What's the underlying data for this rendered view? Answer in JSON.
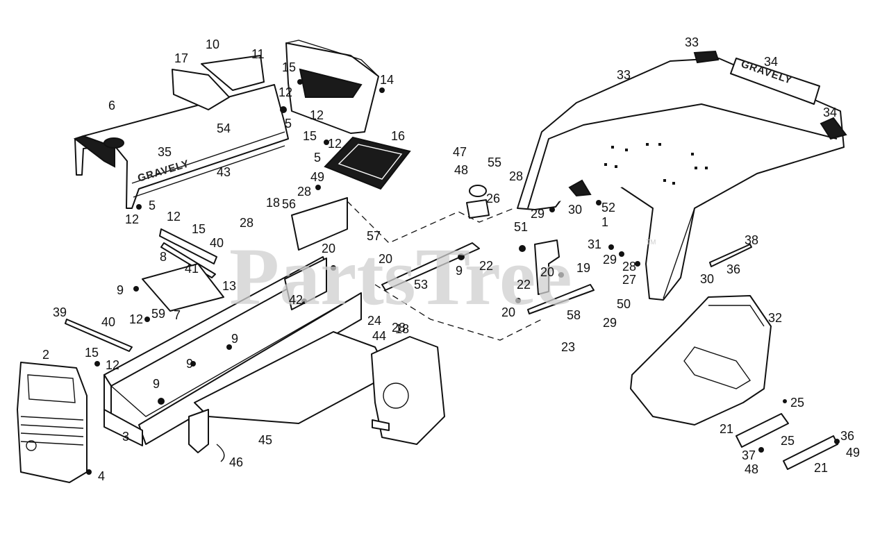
{
  "watermark": {
    "text": "PartsTree",
    "tm": "TM"
  },
  "logos": {
    "hood_logo": "GRAVELY",
    "fender_decal": "GRAVELY"
  },
  "callouts": [
    "1",
    "2",
    "3",
    "4",
    "5",
    "5",
    "5",
    "6",
    "7",
    "8",
    "9",
    "9",
    "9",
    "9",
    "9",
    "10",
    "11",
    "12",
    "12",
    "12",
    "12",
    "12",
    "12",
    "12",
    "13",
    "14",
    "15",
    "15",
    "15",
    "15",
    "16",
    "17",
    "18",
    "18",
    "19",
    "20",
    "20",
    "20",
    "20",
    "21",
    "21",
    "22",
    "22",
    "23",
    "24",
    "25",
    "25",
    "26",
    "27",
    "28",
    "28",
    "28",
    "28",
    "28",
    "29",
    "29",
    "29",
    "30",
    "30",
    "31",
    "32",
    "33",
    "33",
    "34",
    "34",
    "35",
    "36",
    "36",
    "37",
    "38",
    "39",
    "40",
    "40",
    "41",
    "42",
    "43",
    "44",
    "45",
    "46",
    "47",
    "48",
    "48",
    "49",
    "49",
    "50",
    "51",
    "52",
    "53",
    "54",
    "55",
    "56",
    "57",
    "58",
    "59"
  ]
}
